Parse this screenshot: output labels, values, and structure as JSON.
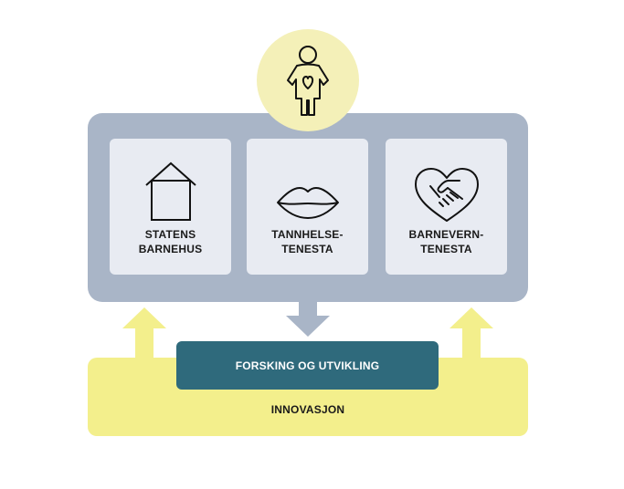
{
  "services": [
    {
      "label": "STATENS\nBARNEHUS",
      "icon": "house-icon"
    },
    {
      "label": "TANNHELSE-\nTENESTA",
      "icon": "lips-icon"
    },
    {
      "label": "BARNEVERN-\nTENESTA",
      "icon": "heart-handshake-icon"
    }
  ],
  "research": "FORSKING OG UTVIKLING",
  "innovation": "INNOVASJON",
  "child_icon": "child-icon",
  "colors": {
    "gray_panel": "#a9b5c7",
    "card": "#e8ebf2",
    "yellow": "#f3ef8c",
    "teal": "#2f6a7c",
    "circle": "#f4f0b8"
  }
}
